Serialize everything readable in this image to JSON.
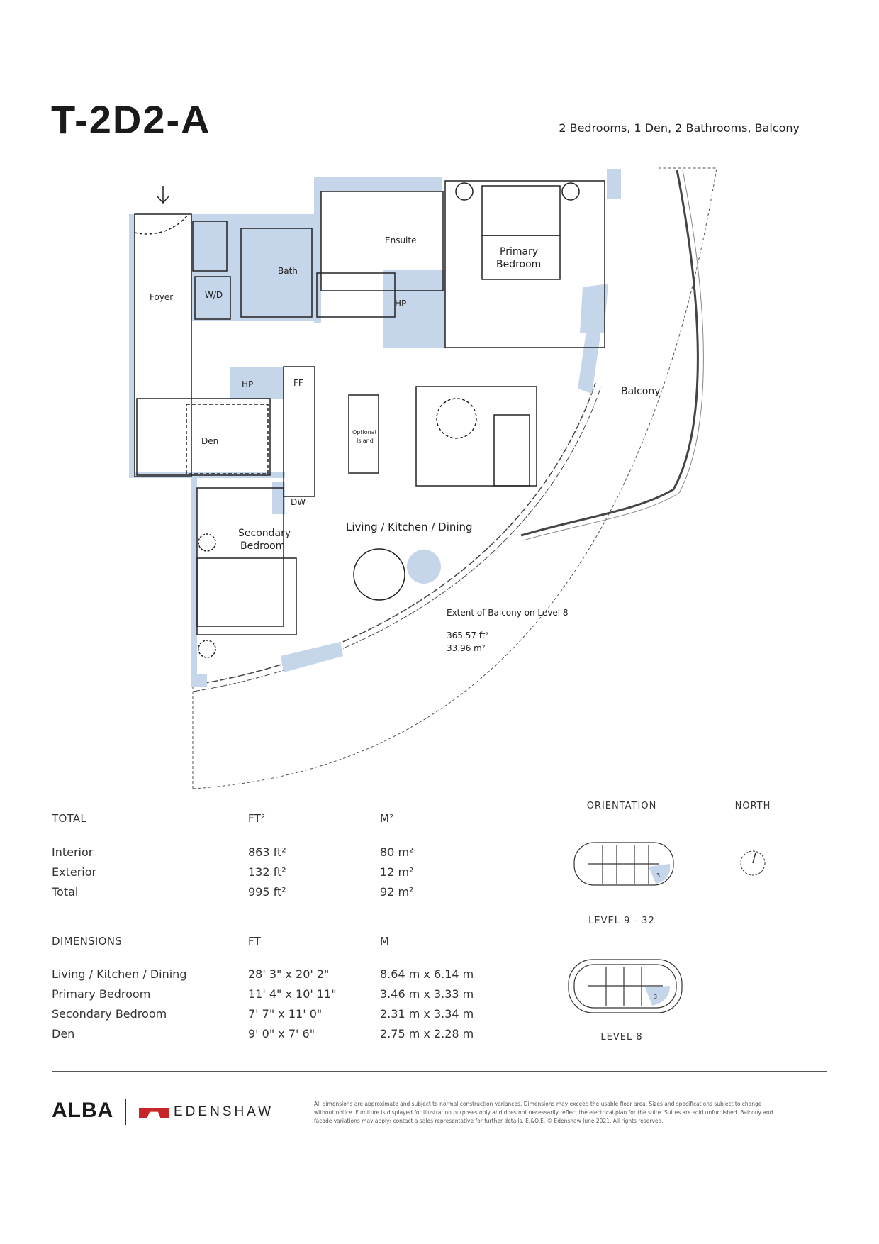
{
  "header": {
    "title": "T-2D2-A",
    "subtitle": "2 Bedrooms, 1 Den, 2 Bathrooms, Balcony"
  },
  "plan": {
    "rooms": {
      "foyer": "Foyer",
      "wd": "W/D",
      "bath": "Bath",
      "ensuite": "Ensuite",
      "primary_1": "Primary",
      "primary_2": "Bedroom",
      "hp": "HP",
      "ff": "FF",
      "den": "Den",
      "island_1": "Optional",
      "island_2": "Island",
      "dw": "DW",
      "secondary_1": "Secondary",
      "secondary_2": "Bedroom",
      "living": "Living / Kitchen / Dining",
      "balcony": "Balcony",
      "extent": "Extent of Balcony on Level 8",
      "extent_ft": "365.57 ft²",
      "extent_m": "33.96 m²"
    },
    "accent_color": "#c5d5ea"
  },
  "totals": {
    "heading": "TOTAL",
    "col_ft": "FT²",
    "col_m": "M²",
    "rows": [
      {
        "label": "Interior",
        "ft": "863 ft²",
        "m": "80 m²"
      },
      {
        "label": "Exterior",
        "ft": "132 ft²",
        "m": "12 m²"
      },
      {
        "label": "Total",
        "ft": "995 ft²",
        "m": "92 m²"
      }
    ]
  },
  "dimensions": {
    "heading": "DIMENSIONS",
    "col_ft": "FT",
    "col_m": "M",
    "rows": [
      {
        "label": "Living / Kitchen / Dining",
        "ft": "28' 3\" x 20' 2\"",
        "m": "8.64 m x 6.14 m"
      },
      {
        "label": "Primary Bedroom",
        "ft": "11' 4\" x 10' 11\"",
        "m": "3.46 m x 3.33 m"
      },
      {
        "label": "Secondary Bedroom",
        "ft": "7' 7\" x 11' 0\"",
        "m": "2.31 m x 3.34 m"
      },
      {
        "label": "Den",
        "ft": "9' 0\" x 7' 6\"",
        "m": "2.75 m x 2.28 m"
      }
    ]
  },
  "orientation": {
    "heading": "ORIENTATION",
    "north": "NORTH",
    "level_upper": "LEVEL 9 - 32",
    "level_lower": "LEVEL 8",
    "unit_marker": "3"
  },
  "footer": {
    "brand": "ALBA",
    "developer": "EDENSHAW",
    "brand_color": "#c8252b",
    "disclaimer": "All dimensions are approximate and subject to normal construction variances. Dimensions may exceed the usable floor area. Sizes and specifications subject to change without notice. Furniture is displayed for illustration purposes only and does not necessarily reflect the electrical plan for the suite. Suites are sold unfurnished. Balcony and facade variations may apply; contact a sales representative for further details. E.&O.E. © Edenshaw June 2021. All rights reserved."
  }
}
